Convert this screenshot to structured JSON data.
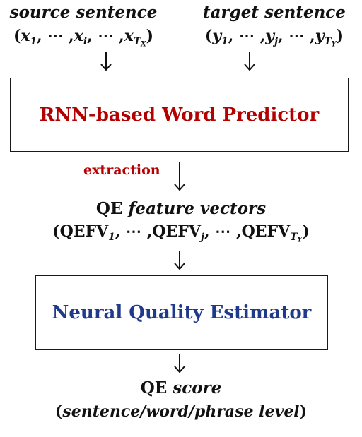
{
  "source": {
    "title": "source sentence",
    "seq_open": "(",
    "x": "x",
    "sub1": "1",
    "dots": "⋯",
    "comma": ",",
    "subi": "i",
    "subT": "T",
    "subX": "X",
    "seq_close": ")"
  },
  "target": {
    "title": "target sentence",
    "seq_open": "(",
    "y": "y",
    "sub1": "1",
    "dots": "⋯",
    "comma": ",",
    "subj": "j",
    "subT": "T",
    "subY": "Y",
    "seq_close": ")"
  },
  "predictor_box": {
    "label": "RNN-based Word Predictor",
    "color": "#b30000"
  },
  "extraction": {
    "label": "extraction",
    "color": "#b30000"
  },
  "features": {
    "prefix": "QE ",
    "italic_part": "feature vectors",
    "seq_open": "(",
    "qefv": "QEFV",
    "sub1": "1",
    "dots": "⋯",
    "comma": ",",
    "subj": "j",
    "subT": "T",
    "subY": "Y",
    "seq_close": ")"
  },
  "estimator_box": {
    "label": "Neural Quality Estimator",
    "color": "#1f3a8a"
  },
  "score": {
    "prefix": "QE ",
    "italic_part": "score",
    "level_open": "(",
    "level_text": "sentence/word/phrase level",
    "level_close": ")"
  }
}
